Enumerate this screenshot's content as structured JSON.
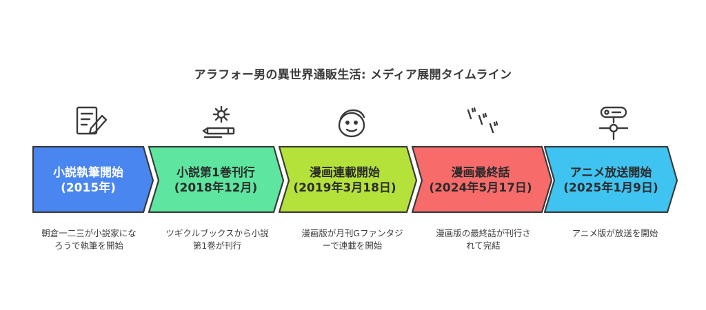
{
  "title": "アラフォー男の異世界通販生活: メディア展開タイムライン",
  "stages": [
    {
      "name": "小説執筆開始",
      "date": "(2015年)",
      "description": "朝倉一二三が小説家になろうで執筆を開始",
      "color": "#4a86f0",
      "icon": "document-pencil-icon"
    },
    {
      "name": "小説第1巻刊行",
      "date": "(2018年12月)",
      "description": "ツギクルブックスから小説第1巻が刊行",
      "color": "#5ee6a0",
      "icon": "gear-pencil-icon"
    },
    {
      "name": "漫画連載開始",
      "date": "(2019年3月18日)",
      "description": "漫画版が月刊Gファンタジーで連載を開始",
      "color": "#b5e23a",
      "icon": "cartoon-face-icon"
    },
    {
      "name": "漫画最終話",
      "date": "(2024年5月17日)",
      "description": "漫画版の最終話が刊行されて完結",
      "color": "#f76b6b",
      "icon": "sound-effect-icon"
    },
    {
      "name": "アニメ放送開始",
      "date": "(2025年1月9日)",
      "description": "アニメ版が放送を開始",
      "color": "#3fc4f2",
      "icon": "broadcast-toggle-icon"
    }
  ]
}
